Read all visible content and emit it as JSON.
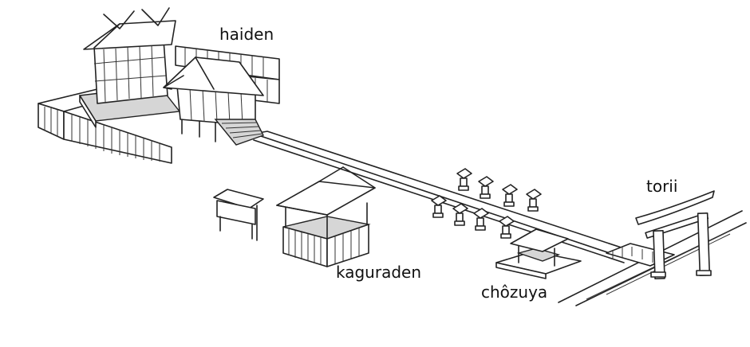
{
  "labels": {
    "haiden": "haiden",
    "kaguraden": "kaguraden",
    "chozuya": "chôzuya",
    "torii": "torii"
  },
  "colors": {
    "ink": "#222222",
    "background": "#ffffff"
  }
}
